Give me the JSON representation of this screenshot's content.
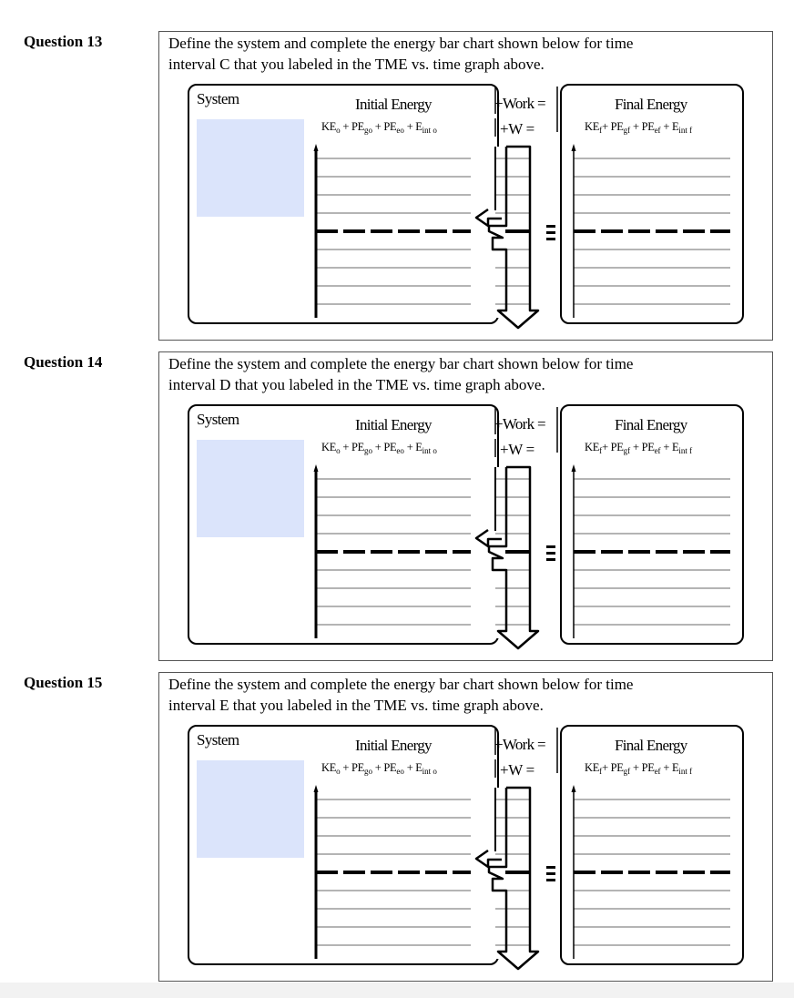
{
  "questions": [
    {
      "label": "Question 13",
      "prompt_line1": "Define the system and complete the energy bar chart shown below for time",
      "prompt_line2": "interval C that you labeled in the TME vs. time graph above."
    },
    {
      "label": "Question 14",
      "prompt_line1": "Define the system and complete the energy bar chart shown below for time",
      "prompt_line2": "interval D that you labeled in the TME vs. time graph above."
    },
    {
      "label": "Question 15",
      "prompt_line1": "Define the system and complete the energy bar chart shown below for time",
      "prompt_line2": "interval E that you labeled in the TME vs. time graph above."
    }
  ],
  "chart_template": {
    "system_label": "System",
    "initial_title": "Initial Energy",
    "work_title": "+Work =",
    "final_title": "Final Energy",
    "initial_terms": [
      {
        "base": "KE",
        "sub": "o"
      },
      {
        "base": "PE",
        "sub": "go"
      },
      {
        "base": "PE",
        "sub": "eo"
      },
      {
        "base": "E",
        "sub": "int o"
      }
    ],
    "work_formula": "+W  =",
    "final_terms": [
      {
        "base": "KE",
        "sub": "f"
      },
      {
        "base": "PE",
        "sub": "gf"
      },
      {
        "base": "PE",
        "sub": "ef"
      },
      {
        "base": "E",
        "sub": "int f"
      }
    ],
    "equals_symbol": "="
  },
  "colors": {
    "system_area": "#dbe4fb",
    "grid_line": "#b4b4b4",
    "page_bottom": "#f2f2f2"
  }
}
